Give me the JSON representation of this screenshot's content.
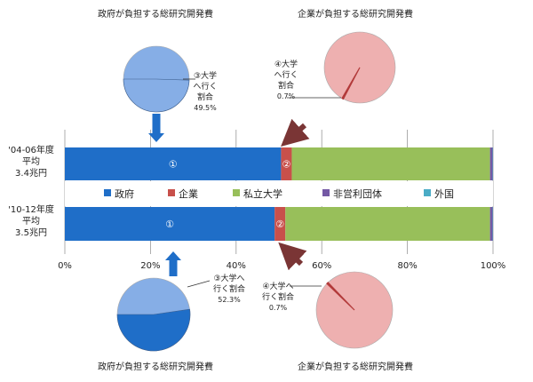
{
  "chart_data": [
    {
      "type": "bar",
      "orientation": "horizontal",
      "stacked": true,
      "percent": true,
      "categories": [
        "'04-06年度\n平均\n3.4兆円",
        "'10-12年度\n平均\n3.5兆円"
      ],
      "series": [
        {
          "name": "政府",
          "color": "#1f6ec8",
          "values": [
            50.5,
            49.0
          ],
          "marker": "①"
        },
        {
          "name": "企業",
          "color": "#c8504b",
          "values": [
            2.5,
            2.5
          ],
          "marker": "②"
        },
        {
          "name": "私立大学",
          "color": "#98bf5a",
          "values": [
            46.3,
            47.8
          ]
        },
        {
          "name": "非営利団体",
          "color": "#7459a5",
          "values": [
            0.6,
            0.6
          ]
        },
        {
          "name": "外国",
          "color": "#4bacc6",
          "values": [
            0.1,
            0.1
          ]
        }
      ],
      "xlim": [
        0,
        100
      ],
      "xticks": [
        "0%",
        "20%",
        "40%",
        "60%",
        "80%",
        "100%"
      ],
      "grid": true,
      "legend": "between-bars"
    },
    {
      "type": "pie",
      "title": "政府が負担する総研究開発費",
      "label": "③大学\nへ行く\n割合\n49.5%",
      "slices": [
        {
          "name": "大学",
          "value": 49.5,
          "color": "#86aee6"
        },
        {
          "name": "other",
          "value": 50.5,
          "color": "#86aee6"
        }
      ]
    },
    {
      "type": "pie",
      "title": "企業が負担する総研究開発費",
      "label": "④大学\nへ行く\n割合\n0.7%",
      "slices": [
        {
          "name": "大学",
          "value": 0.7,
          "color": "#b23a3a"
        },
        {
          "name": "other",
          "value": 99.3,
          "color": "#eeb0b0"
        }
      ]
    },
    {
      "type": "pie",
      "title": "政府が負担する総研究開発費",
      "label": "③大学へ\n行く割合\n52.3%",
      "slices": [
        {
          "name": "大学",
          "value": 52.3,
          "color": "#1f6ec8"
        },
        {
          "name": "other",
          "value": 47.7,
          "color": "#86aee6"
        }
      ]
    },
    {
      "type": "pie",
      "title": "企業が負担する総研究開発費",
      "label": "④大学へ\n行く割合\n0.7%",
      "slices": [
        {
          "name": "大学",
          "value": 0.7,
          "color": "#b23a3a"
        },
        {
          "name": "other",
          "value": 99.3,
          "color": "#eeb0b0"
        }
      ]
    }
  ]
}
